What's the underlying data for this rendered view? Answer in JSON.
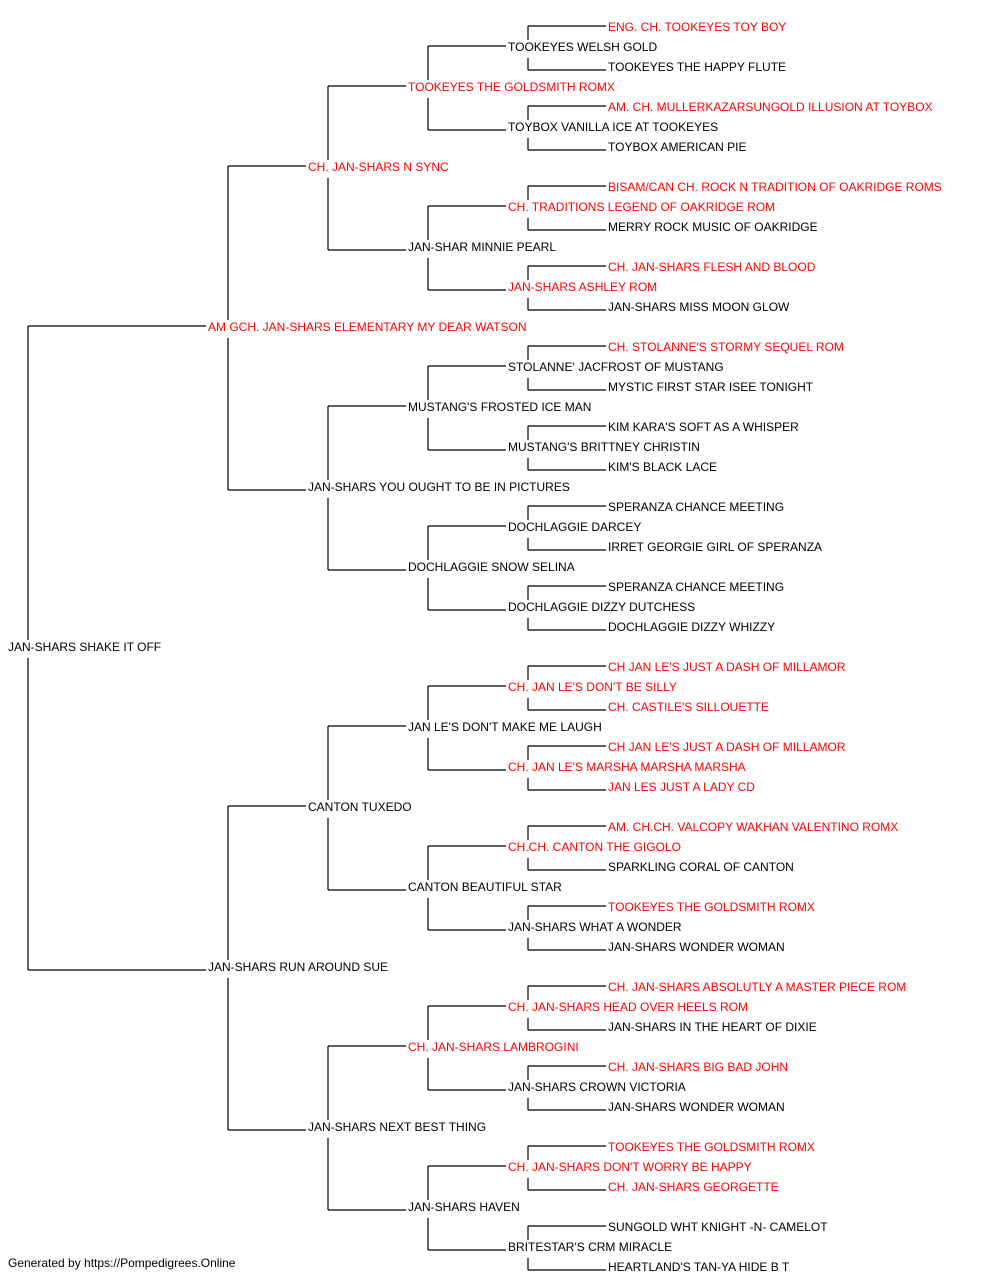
{
  "colors": {
    "champion": "#ff0000",
    "normal": "#000000",
    "line": "#000000"
  },
  "pedigree": {
    "subject": "JAN-SHARS SHAKE IT OFF",
    "sire": {
      "name": "AM GCH. JAN-SHARS ELEMENTARY MY DEAR WATSON",
      "champion": true,
      "sire": {
        "name": "CH. JAN-SHARS N SYNC",
        "champion": true,
        "sire": {
          "name": "TOOKEYES THE GOLDSMITH ROMX",
          "champion": true,
          "sire": {
            "name": "TOOKEYES WELSH GOLD",
            "champion": false,
            "sire": {
              "name": "ENG. CH. TOOKEYES TOY BOY",
              "champion": true
            },
            "dam": {
              "name": "TOOKEYES THE HAPPY FLUTE",
              "champion": false
            }
          },
          "dam": {
            "name": "TOYBOX VANILLA ICE AT TOOKEYES",
            "champion": false,
            "sire": {
              "name": "AM. CH. MULLERKAZARSUNGOLD ILLUSION AT TOYBOX",
              "champion": true
            },
            "dam": {
              "name": "TOYBOX AMERICAN PIE",
              "champion": false
            }
          }
        },
        "dam": {
          "name": "JAN-SHAR MINNIE PEARL",
          "champion": false,
          "sire": {
            "name": "CH. TRADITIONS LEGEND OF OAKRIDGE ROM",
            "champion": true,
            "sire": {
              "name": "BISAM/CAN CH. ROCK N TRADITION OF OAKRIDGE ROMS",
              "champion": true
            },
            "dam": {
              "name": "MERRY ROCK MUSIC OF OAKRIDGE",
              "champion": false
            }
          },
          "dam": {
            "name": "JAN-SHARS ASHLEY ROM",
            "champion": true,
            "sire": {
              "name": "CH. JAN-SHARS FLESH AND BLOOD",
              "champion": true
            },
            "dam": {
              "name": "JAN-SHARS MISS MOON GLOW",
              "champion": false
            }
          }
        }
      },
      "dam": {
        "name": "JAN-SHARS YOU OUGHT TO BE IN PICTURES",
        "champion": false,
        "sire": {
          "name": "MUSTANG'S FROSTED ICE MAN",
          "champion": false,
          "sire": {
            "name": "STOLANNE' JACFROST OF MUSTANG",
            "champion": false,
            "sire": {
              "name": "CH. STOLANNE'S STORMY SEQUEL ROM",
              "champion": true
            },
            "dam": {
              "name": "MYSTIC FIRST STAR ISEE TONIGHT",
              "champion": false
            }
          },
          "dam": {
            "name": "MUSTANG'S BRITTNEY CHRISTIN",
            "champion": false,
            "sire": {
              "name": "KIM KARA'S SOFT AS A WHISPER",
              "champion": false
            },
            "dam": {
              "name": "KIM'S BLACK LACE",
              "champion": false
            }
          }
        },
        "dam": {
          "name": "DOCHLAGGIE SNOW SELINA",
          "champion": false,
          "sire": {
            "name": "DOCHLAGGIE DARCEY",
            "champion": false,
            "sire": {
              "name": "SPERANZA CHANCE MEETING",
              "champion": false
            },
            "dam": {
              "name": "IRRET GEORGIE GIRL OF SPERANZA",
              "champion": false
            }
          },
          "dam": {
            "name": "DOCHLAGGIE DIZZY DUTCHESS",
            "champion": false,
            "sire": {
              "name": "SPERANZA CHANCE MEETING",
              "champion": false
            },
            "dam": {
              "name": "DOCHLAGGIE DIZZY WHIZZY",
              "champion": false
            }
          }
        }
      }
    },
    "dam": {
      "name": "JAN-SHARS RUN AROUND SUE",
      "champion": false,
      "sire": {
        "name": "CANTON TUXEDO",
        "champion": false,
        "sire": {
          "name": "JAN LE'S DON'T MAKE ME LAUGH",
          "champion": false,
          "sire": {
            "name": "CH. JAN LE'S DON'T BE SILLY",
            "champion": true,
            "sire": {
              "name": "CH JAN LE'S JUST A DASH OF MILLAMOR",
              "champion": true
            },
            "dam": {
              "name": "CH. CASTILE'S SILLOUETTE",
              "champion": true
            }
          },
          "dam": {
            "name": "CH. JAN LE'S MARSHA MARSHA MARSHA",
            "champion": true,
            "sire": {
              "name": "CH JAN LE'S JUST A DASH OF MILLAMOR",
              "champion": true
            },
            "dam": {
              "name": "JAN LES JUST A LADY CD",
              "champion": true
            }
          }
        },
        "dam": {
          "name": "CANTON BEAUTIFUL STAR",
          "champion": false,
          "sire": {
            "name": "CH.CH. CANTON THE GIGOLO",
            "champion": true,
            "sire": {
              "name": "AM. CH.CH. VALCOPY WAKHAN VALENTINO ROMX",
              "champion": true
            },
            "dam": {
              "name": "SPARKLING CORAL OF CANTON",
              "champion": false
            }
          },
          "dam": {
            "name": "JAN-SHARS WHAT A WONDER",
            "champion": false,
            "sire": {
              "name": "TOOKEYES THE GOLDSMITH ROMX",
              "champion": true
            },
            "dam": {
              "name": "JAN-SHARS WONDER WOMAN",
              "champion": false
            }
          }
        }
      },
      "dam": {
        "name": "JAN-SHARS NEXT BEST THING",
        "champion": false,
        "sire": {
          "name": "CH. JAN-SHARS LAMBROGINI",
          "champion": true,
          "sire": {
            "name": "CH. JAN-SHARS HEAD OVER HEELS ROM",
            "champion": true,
            "sire": {
              "name": "CH. JAN-SHARS ABSOLUTLY A MASTER PIECE ROM",
              "champion": true
            },
            "dam": {
              "name": "JAN-SHARS IN THE HEART OF DIXIE",
              "champion": false
            }
          },
          "dam": {
            "name": "JAN-SHARS CROWN VICTORIA",
            "champion": false,
            "sire": {
              "name": "CH. JAN-SHARS BIG BAD JOHN",
              "champion": true
            },
            "dam": {
              "name": "JAN-SHARS WONDER WOMAN",
              "champion": false
            }
          }
        },
        "dam": {
          "name": "JAN-SHARS HAVEN",
          "champion": false,
          "sire": {
            "name": "CH. JAN-SHARS DON'T WORRY BE HAPPY",
            "champion": true,
            "sire": {
              "name": "TOOKEYES THE GOLDSMITH ROMX",
              "champion": true
            },
            "dam": {
              "name": "CH. JAN-SHARS GEORGETTE",
              "champion": true
            }
          },
          "dam": {
            "name": "BRITESTAR'S CRM MIRACLE",
            "champion": false,
            "sire": {
              "name": "SUNGOLD WHT KNIGHT -N- CAMELOT",
              "champion": false
            },
            "dam": {
              "name": "HEARTLAND'S TAN-YA HIDE B T",
              "champion": false
            }
          }
        }
      }
    }
  },
  "footer": "Generated by https://Pompedigrees.Online"
}
